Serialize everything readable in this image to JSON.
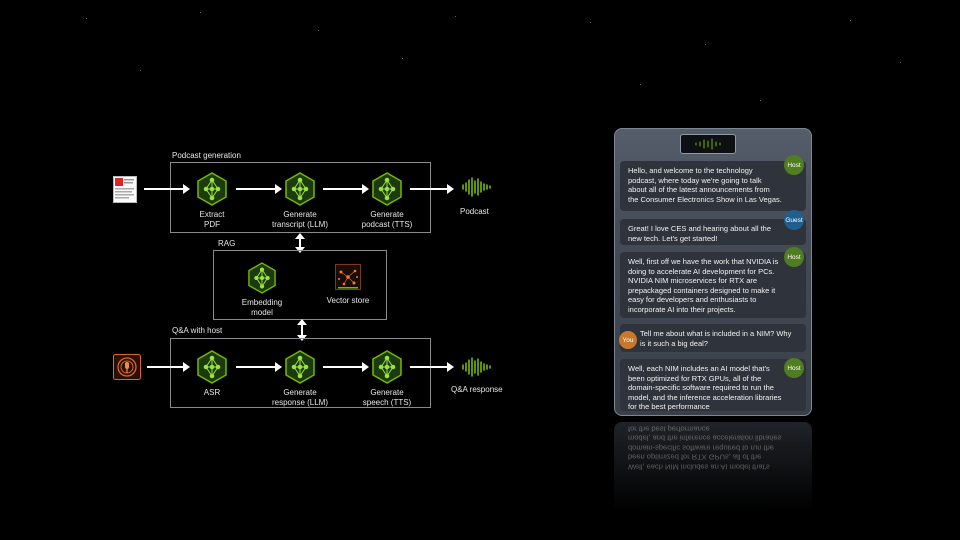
{
  "sections": {
    "podcast_generation": "Podcast generation",
    "rag": "RAG",
    "qa_with_host": "Q&A with host"
  },
  "podcast_nodes": [
    {
      "line1": "Extract",
      "line2": "PDF"
    },
    {
      "line1": "Generate",
      "line2": "transcript (LLM)"
    },
    {
      "line1": "Generate",
      "line2": "podcast (TTS)"
    }
  ],
  "podcast_output": "Podcast",
  "rag_nodes": [
    {
      "line1": "Embedding",
      "line2": "model"
    },
    {
      "line1": "Vector store",
      "line2": ""
    }
  ],
  "qa_nodes": [
    {
      "line1": "ASR",
      "line2": ""
    },
    {
      "line1": "Generate",
      "line2": "response (LLM)"
    },
    {
      "line1": "Generate",
      "line2": "speech (TTS)"
    }
  ],
  "qa_output": "Q&A response",
  "chat": [
    {
      "speaker": "Host",
      "text": "Hello, and welcome to the technology podcast, where today we're going to talk about all of the latest announcements from the Consumer Electronics Show in Las Vegas."
    },
    {
      "speaker": "Guest",
      "text": "Great! I love CES and hearing about all the new tech. Let's get started!"
    },
    {
      "speaker": "Host",
      "text": "Well, first off we have the work that NVIDIA is doing to accelerate AI development for PCs. NVIDIA NIM microservices for RTX are prepackaged containers designed to make it easy for developers and enthusiasts to incorporate AI into their projects."
    },
    {
      "speaker": "You",
      "text": "Tell me about what is included in a NIM? Why is it such a big deal?"
    },
    {
      "speaker": "Host",
      "text": "Well, each NIM includes an AI model that's been optimized for RTX GPUs, all of the domain-specific software required to run the model, and the inference acceleration libraries for the best performance"
    }
  ],
  "colors": {
    "nvidia_green": "#76b900",
    "host_avatar": "#4f7d1f",
    "guest_avatar": "#1f5e8f",
    "you_avatar": "#c8782c",
    "mic_icon": "#d9682b",
    "pdf_badge": "#d92626"
  }
}
